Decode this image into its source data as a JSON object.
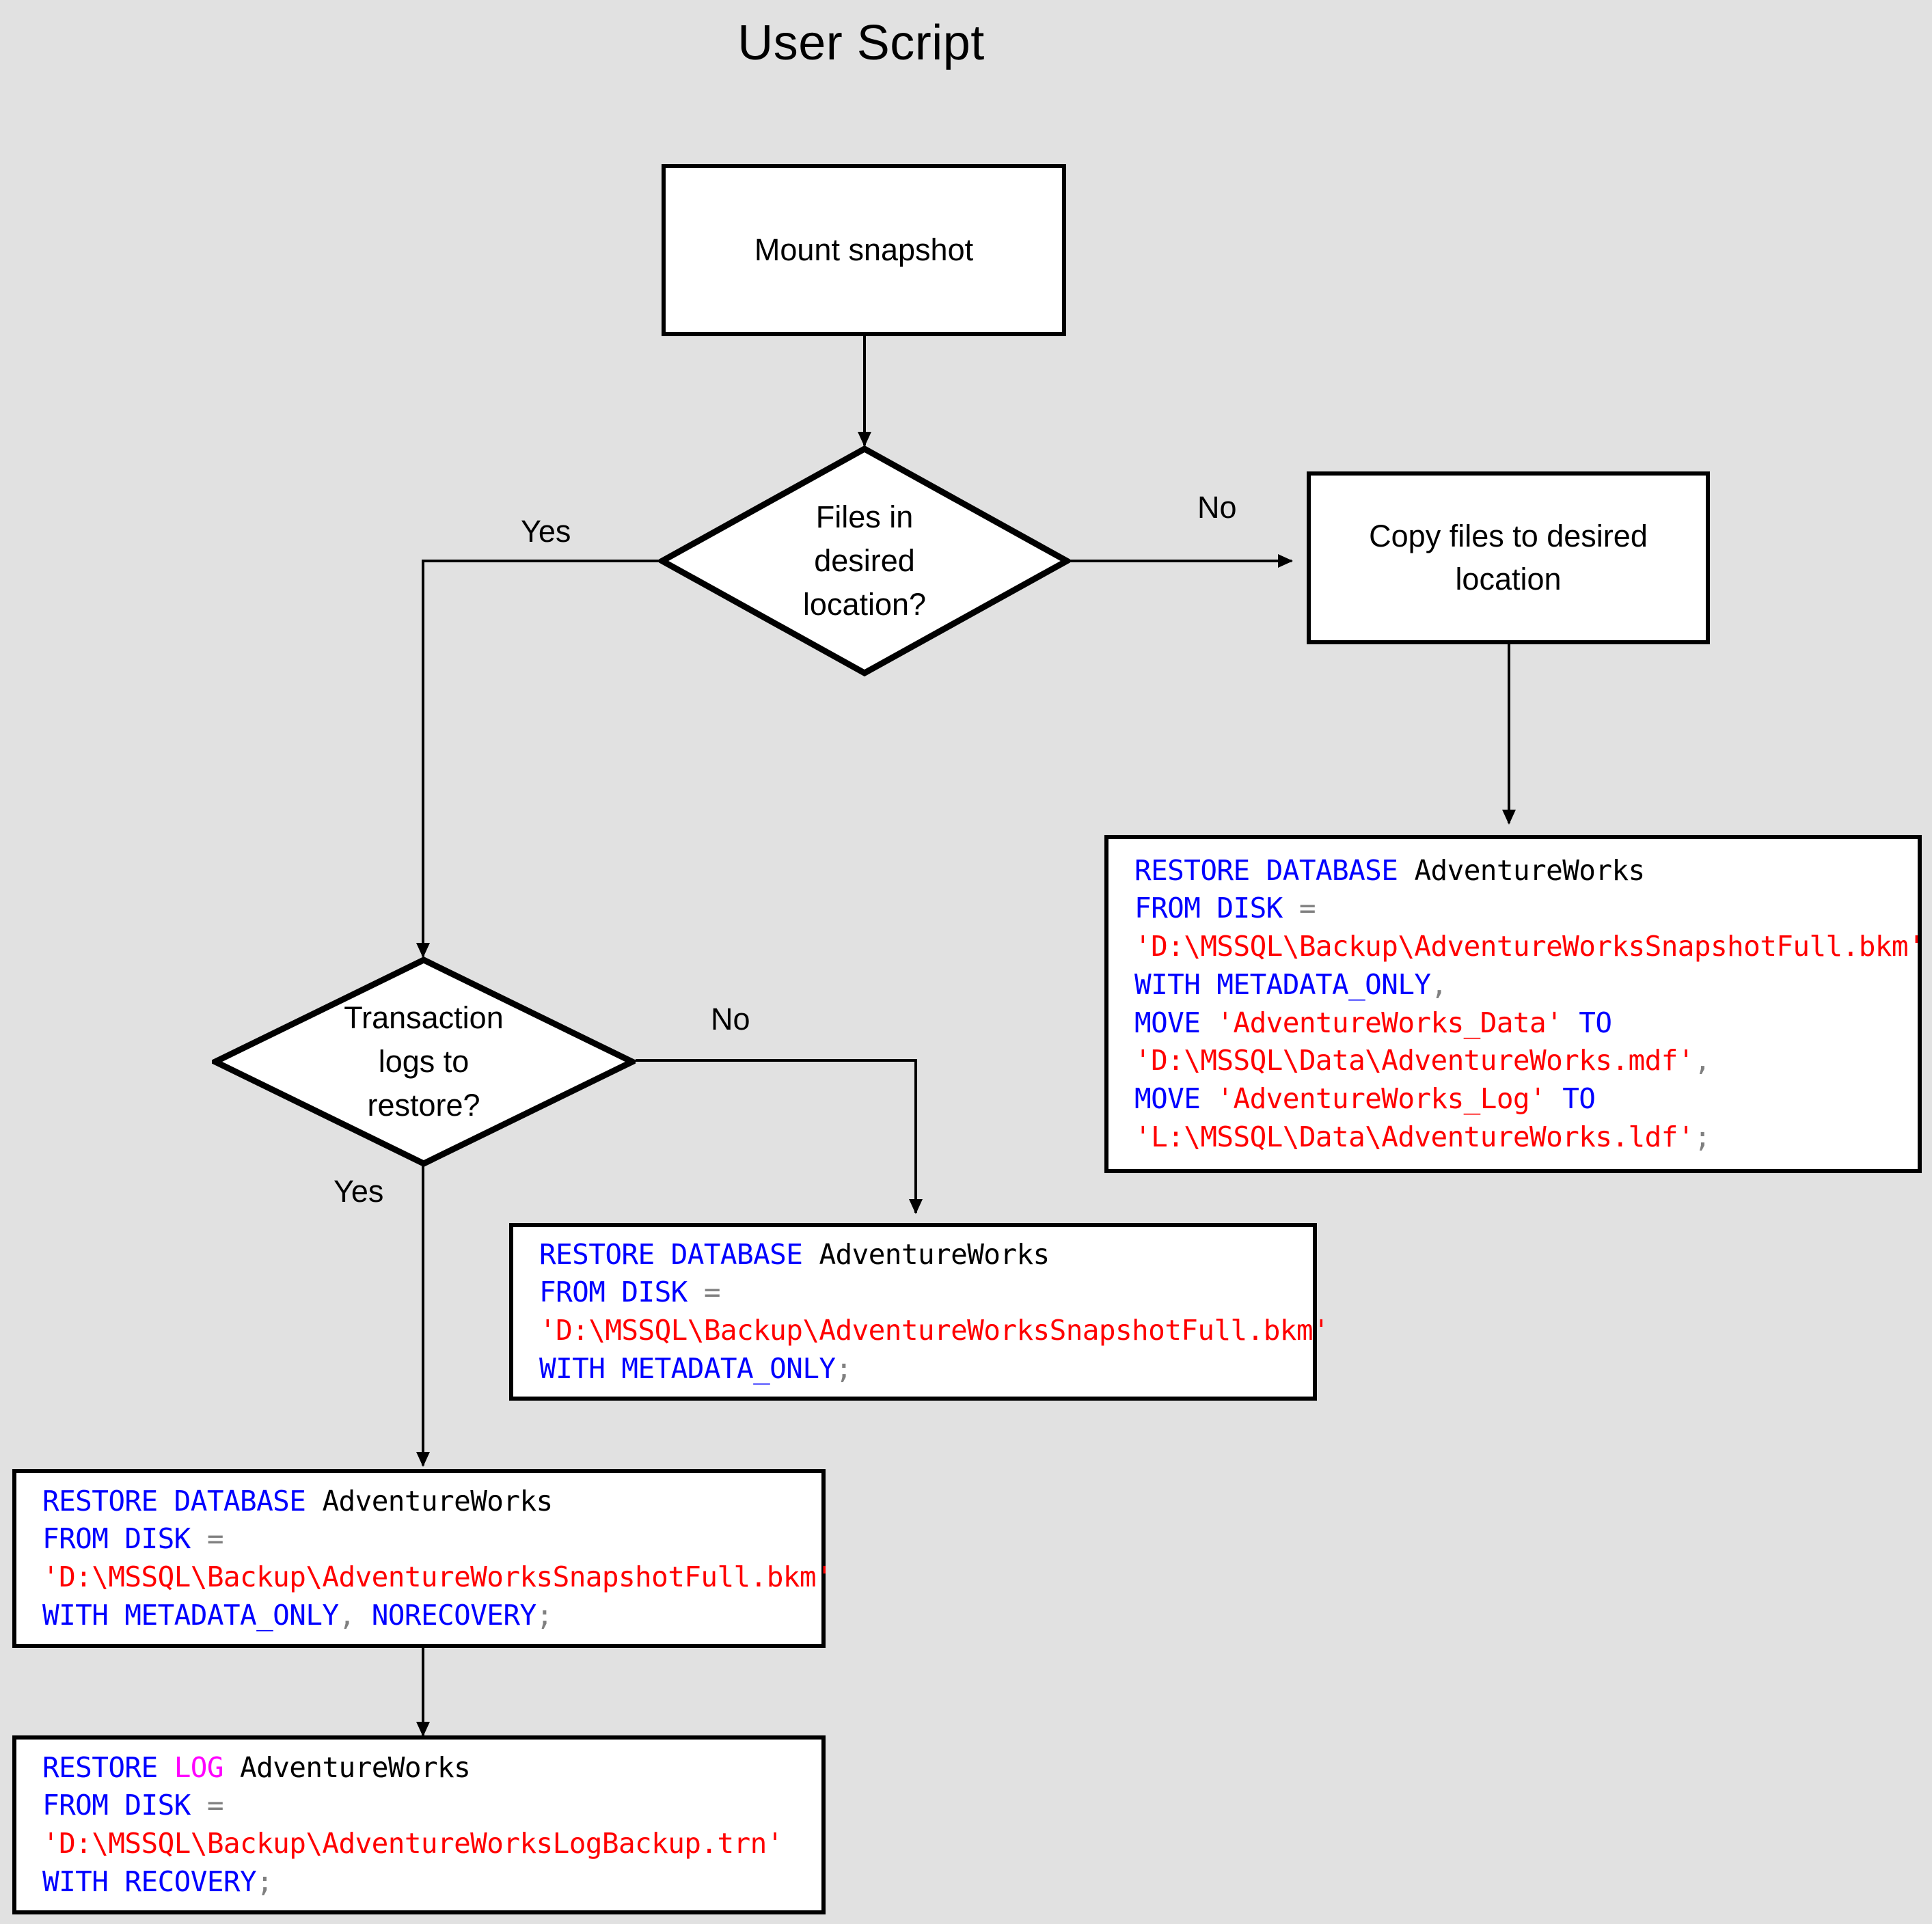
{
  "title": "User Script",
  "background_color": "#e1e1e1",
  "colors": {
    "keyword": "#0000ff",
    "identifier": "#000000",
    "string": "#ff0000",
    "operator": "#808080",
    "log_keyword": "#ff00ff",
    "node_fill": "#ffffff",
    "node_stroke": "#000000"
  },
  "nodes": {
    "mount_snapshot": {
      "label": "Mount snapshot",
      "shape": "process"
    },
    "files_in_location": {
      "label": "Files in\ndesired\nlocation?",
      "shape": "decision"
    },
    "copy_files": {
      "label": "Copy files to desired\nlocation",
      "shape": "process"
    },
    "transaction_logs": {
      "label": "Transaction\nlogs to\nrestore?",
      "shape": "decision"
    }
  },
  "edge_labels": {
    "files_yes": "Yes",
    "files_no": "No",
    "logs_no": "No",
    "logs_yes": "Yes"
  },
  "code_blocks": {
    "restore_with_move": {
      "plain": "RESTORE DATABASE AdventureWorks\nFROM DISK =\n'D:\\MSSQL\\Backup\\AdventureWorksSnapshotFull.bkm'\nWITH METADATA_ONLY,\nMOVE 'AdventureWorks_Data' TO\n'D:\\MSSQL\\Data\\AdventureWorks.mdf',\nMOVE 'AdventureWorks_Log' TO\n'L:\\MSSQL\\Data\\AdventureWorks.ldf';",
      "lines": [
        [
          {
            "t": "RESTORE DATABASE ",
            "c": "kw"
          },
          {
            "t": "AdventureWorks",
            "c": "id"
          }
        ],
        [
          {
            "t": "FROM DISK ",
            "c": "kw"
          },
          {
            "t": "=",
            "c": "op"
          }
        ],
        [
          {
            "t": "'D:\\MSSQL\\Backup\\AdventureWorksSnapshotFull.bkm'",
            "c": "str"
          }
        ],
        [
          {
            "t": "WITH METADATA_ONLY",
            "c": "kw"
          },
          {
            "t": ",",
            "c": "op"
          }
        ],
        [
          {
            "t": "MOVE ",
            "c": "kw"
          },
          {
            "t": "'AdventureWorks_Data'",
            "c": "str"
          },
          {
            "t": " TO",
            "c": "kw"
          }
        ],
        [
          {
            "t": "'D:\\MSSQL\\Data\\AdventureWorks.mdf'",
            "c": "str"
          },
          {
            "t": ",",
            "c": "op"
          }
        ],
        [
          {
            "t": "MOVE ",
            "c": "kw"
          },
          {
            "t": "'AdventureWorks_Log'",
            "c": "str"
          },
          {
            "t": " TO",
            "c": "kw"
          }
        ],
        [
          {
            "t": "'L:\\MSSQL\\Data\\AdventureWorks.ldf'",
            "c": "str"
          },
          {
            "t": ";",
            "c": "op"
          }
        ]
      ]
    },
    "restore_metadata_only": {
      "plain": "RESTORE DATABASE AdventureWorks\nFROM DISK =\n'D:\\MSSQL\\Backup\\AdventureWorksSnapshotFull.bkm'\nWITH METADATA_ONLY;",
      "lines": [
        [
          {
            "t": "RESTORE DATABASE ",
            "c": "kw"
          },
          {
            "t": "AdventureWorks",
            "c": "id"
          }
        ],
        [
          {
            "t": "FROM DISK ",
            "c": "kw"
          },
          {
            "t": "=",
            "c": "op"
          }
        ],
        [
          {
            "t": "'D:\\MSSQL\\Backup\\AdventureWorksSnapshotFull.bkm'",
            "c": "str"
          }
        ],
        [
          {
            "t": "WITH METADATA_ONLY",
            "c": "kw"
          },
          {
            "t": ";",
            "c": "op"
          }
        ]
      ]
    },
    "restore_norecovery": {
      "plain": "RESTORE DATABASE AdventureWorks\nFROM DISK =\n'D:\\MSSQL\\Backup\\AdventureWorksSnapshotFull.bkm'\nWITH METADATA_ONLY, NORECOVERY;",
      "lines": [
        [
          {
            "t": "RESTORE DATABASE ",
            "c": "kw"
          },
          {
            "t": "AdventureWorks",
            "c": "id"
          }
        ],
        [
          {
            "t": "FROM DISK ",
            "c": "kw"
          },
          {
            "t": "=",
            "c": "op"
          }
        ],
        [
          {
            "t": "'D:\\MSSQL\\Backup\\AdventureWorksSnapshotFull.bkm'",
            "c": "str"
          }
        ],
        [
          {
            "t": "WITH METADATA_ONLY",
            "c": "kw"
          },
          {
            "t": ",",
            "c": "op"
          },
          {
            "t": " NORECOVERY",
            "c": "kw"
          },
          {
            "t": ";",
            "c": "op"
          }
        ]
      ]
    },
    "restore_log": {
      "plain": "RESTORE LOG AdventureWorks\nFROM DISK =\n'D:\\MSSQL\\Backup\\AdventureWorksLogBackup.trn'\nWITH RECOVERY;",
      "lines": [
        [
          {
            "t": "RESTORE ",
            "c": "kw"
          },
          {
            "t": "LOG",
            "c": "log"
          },
          {
            "t": " AdventureWorks",
            "c": "id"
          }
        ],
        [
          {
            "t": "FROM DISK ",
            "c": "kw"
          },
          {
            "t": "=",
            "c": "op"
          }
        ],
        [
          {
            "t": "'D:\\MSSQL\\Backup\\AdventureWorksLogBackup.trn'",
            "c": "str"
          }
        ],
        [
          {
            "t": "WITH RECOVERY",
            "c": "kw"
          },
          {
            "t": ";",
            "c": "op"
          }
        ]
      ]
    }
  }
}
